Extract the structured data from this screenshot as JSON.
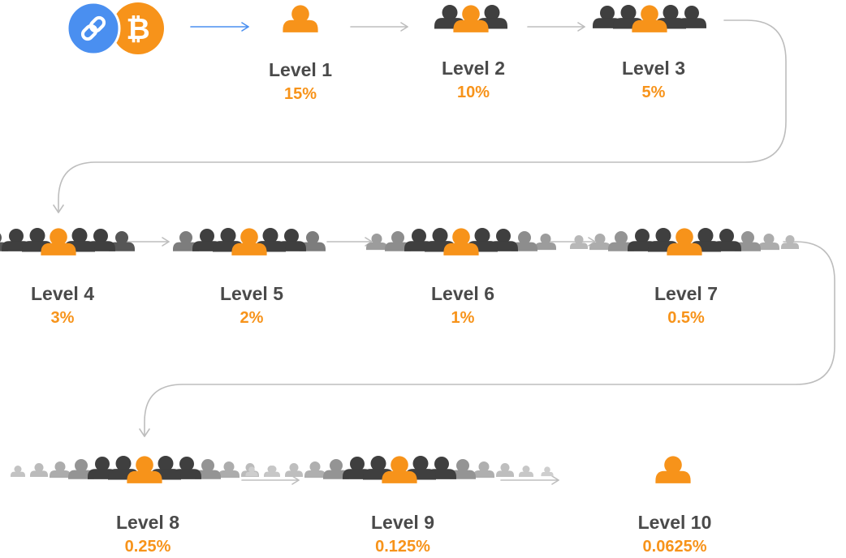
{
  "colors": {
    "label": "#4a4a4a",
    "percent": "#f7931a",
    "highlight_person": "#f7931a",
    "crowd_person": "#3f3f3f",
    "arrow_gray": "#bdbdbd",
    "arrow_blue": "#4a8ff0",
    "link_icon_bg": "#4a8ff0",
    "bitcoin_icon_bg": "#f7931a"
  },
  "source_icons": [
    {
      "icon": "link-icon"
    },
    {
      "icon": "bitcoin-icon",
      "glyph": "₿"
    }
  ],
  "levels": [
    {
      "label": "Level 1",
      "percent": "15%"
    },
    {
      "label": "Level 2",
      "percent": "10%"
    },
    {
      "label": "Level 3",
      "percent": "5%"
    },
    {
      "label": "Level 4",
      "percent": "3%"
    },
    {
      "label": "Level 5",
      "percent": "2%"
    },
    {
      "label": "Level 6",
      "percent": "1%"
    },
    {
      "label": "Level 7",
      "percent": "0.5%"
    },
    {
      "label": "Level 8",
      "percent": "0.25%"
    },
    {
      "label": "Level 9",
      "percent": "0.125%"
    },
    {
      "label": "Level 10",
      "percent": "0.0625%"
    }
  ]
}
